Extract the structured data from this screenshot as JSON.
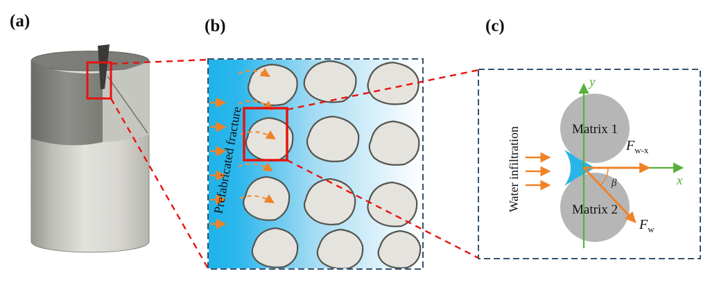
{
  "panel_a": {
    "label": "(a)"
  },
  "panel_b": {
    "label": "(b)",
    "fracture_label": "Prefabricated fracture"
  },
  "panel_c": {
    "label": "(c)",
    "infiltration_label": "Water infiltration",
    "matrix1_label": "Matrix 1",
    "matrix2_label": "Matrix 2",
    "x_axis_label": "x",
    "y_axis_label": "y",
    "force_wx": {
      "base": "F",
      "sub": "w-x"
    },
    "force_w": {
      "base": "F",
      "sub": "w"
    },
    "angle_label": "β"
  },
  "colors": {
    "water_blue": "#29b6e8",
    "highlight_red": "#e8120c",
    "arrow_orange": "#ef8226",
    "axis_green": "#58b03c",
    "panel_border_navy": "#33516e",
    "matrix_gray": "#b6b6b6"
  }
}
